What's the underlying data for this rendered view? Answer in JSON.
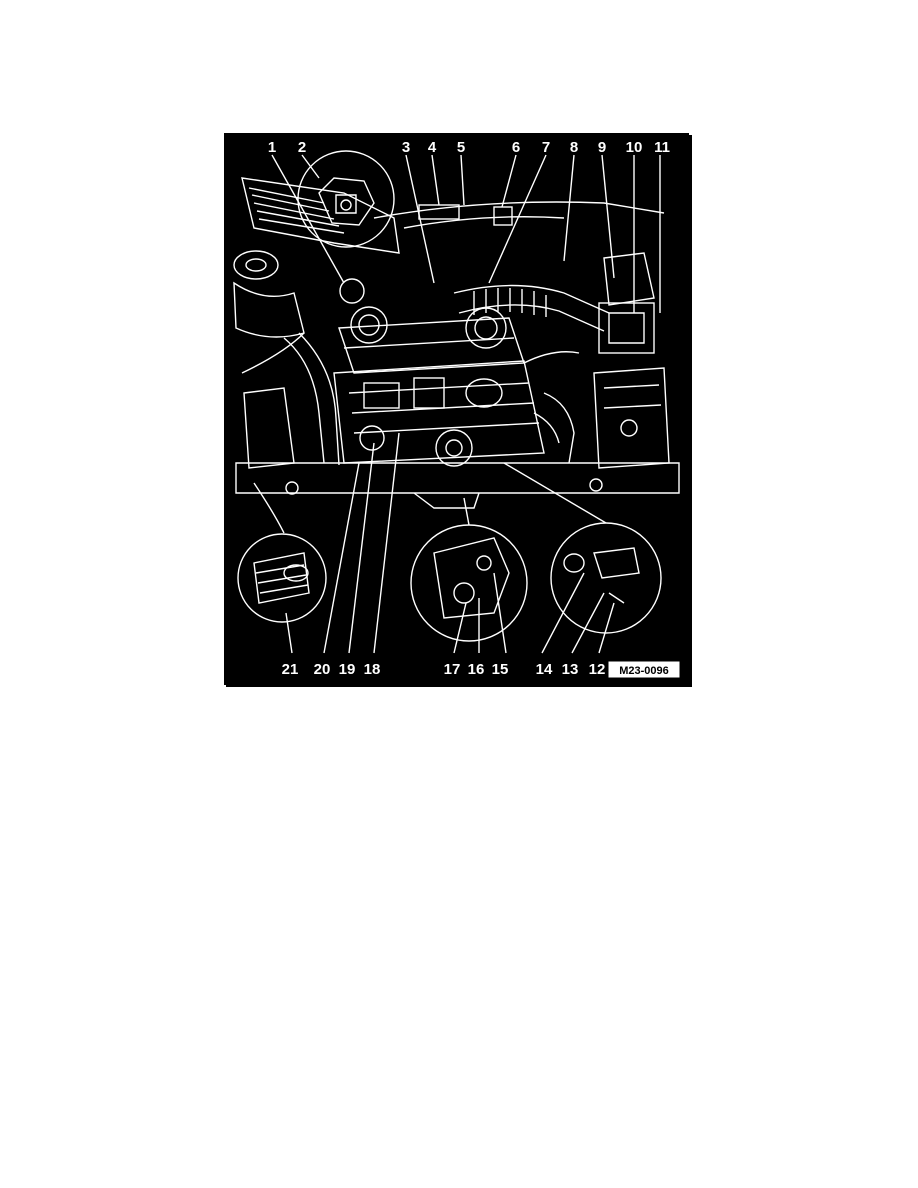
{
  "diagram": {
    "callouts_top": [
      "1",
      "2",
      "3",
      "4",
      "5",
      "6",
      "7",
      "8",
      "9",
      "10",
      "11"
    ],
    "callouts_bottom": [
      "21",
      "20",
      "19",
      "18",
      "17",
      "16",
      "15",
      "14",
      "13",
      "12"
    ],
    "reference_code": "M23-0096",
    "colors": {
      "background": "#000000",
      "line": "#ffffff",
      "page": "#ffffff"
    }
  }
}
